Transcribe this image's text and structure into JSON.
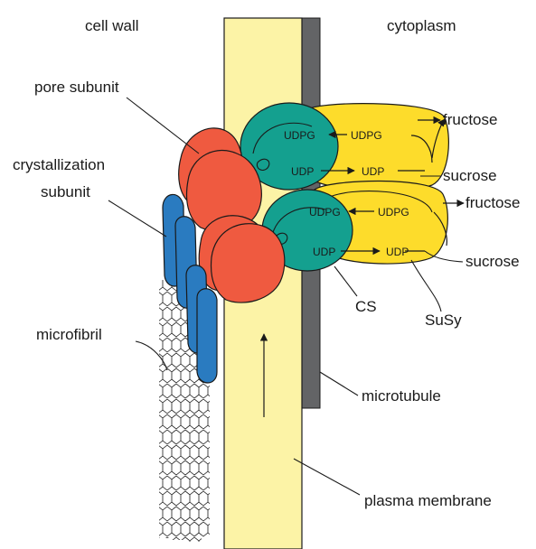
{
  "labels": {
    "cell_wall": "cell wall",
    "cytoplasm": "cytoplasm",
    "pore_subunit": "pore subunit",
    "crystallization": "crystallization",
    "subunit": "subunit",
    "microfibril": "microfibril",
    "fructose_top": "fructose",
    "sucrose_top": "sucrose",
    "fructose_bottom": "fructose",
    "sucrose_bottom": "sucrose",
    "cs": "CS",
    "susy": "SuSy",
    "microtubule": "microtubule",
    "plasma_membrane": "plasma membrane",
    "udpg_top_left": "UDPG",
    "udpg_top_right": "UDPG",
    "udp_top_left": "UDP",
    "udp_top_right": "UDP",
    "udpg_bottom_left": "UDPG",
    "udpg_bottom_right": "UDPG",
    "udp_bottom_left": "UDP",
    "udp_bottom_right": "UDP"
  },
  "colors": {
    "membrane": "#fcf3a6",
    "microtubule": "#636466",
    "pore_subunit": "#ef5a40",
    "crystallization_subunit": "#2a7bc0",
    "cs": "#14a08f",
    "susy": "#fddc2b"
  }
}
